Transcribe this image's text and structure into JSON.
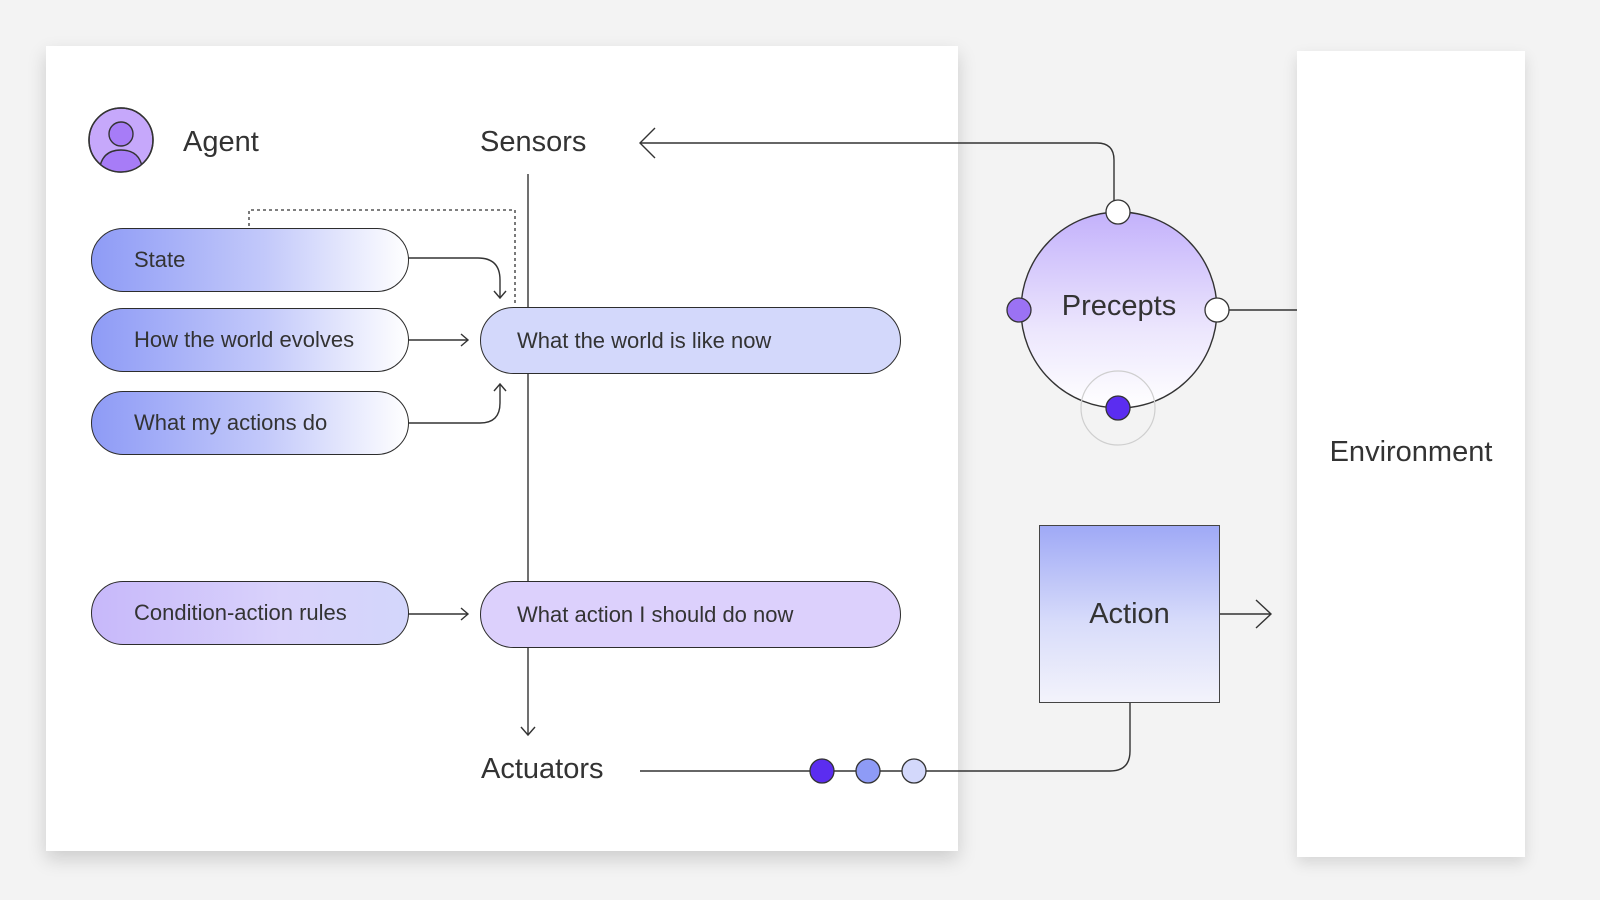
{
  "agent": {
    "title": "Agent",
    "avatar_icon": "user-avatar-icon"
  },
  "sensors": {
    "label": "Sensors"
  },
  "actuators": {
    "label": "Actuators"
  },
  "internal_nodes": {
    "state": "State",
    "world_evolves": "How the world evolves",
    "actions_do": "What my actions do",
    "condition_rules": "Condition-action rules",
    "world_now": "What the world is like now",
    "action_now": "What action I should do now"
  },
  "precepts": {
    "label": "Precepts"
  },
  "action": {
    "label": "Action"
  },
  "environment": {
    "label": "Environment"
  },
  "colors": {
    "accent_blue": "#8e9bf6",
    "accent_purple": "#a77cf7",
    "dot_dark": "#5b2df0",
    "dot_mid": "#8e9bf6",
    "dot_light": "#d3d8fb",
    "background": "#f3f3f3"
  }
}
